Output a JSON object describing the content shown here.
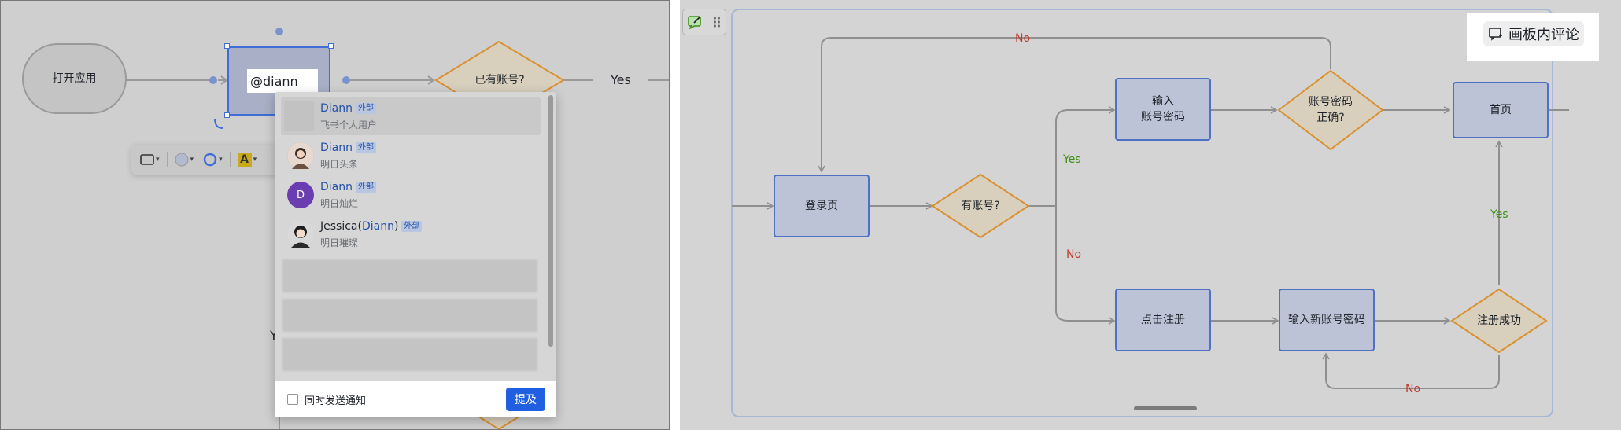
{
  "colors": {
    "accent": "#3f6fd6",
    "diamond_stroke": "#d99132",
    "diamond_fill": "#d8cfbd",
    "box_fill": "#bcc3d6",
    "box_stroke": "#4f71c4",
    "yes_green": "#3f8f1c",
    "no_red": "#c0392b",
    "submit_blue": "#1f5fe0"
  },
  "left": {
    "start_node": "打开应用",
    "editing_text": "@diann",
    "diamond_label": "已有账号?",
    "yes_label": "Yes",
    "partial_label": "Y",
    "toolbar": {
      "shape_icon": "rectangle-icon",
      "fill_icon": "fill-color-icon",
      "stroke_icon": "stroke-color-icon",
      "text_icon": "text-color-icon",
      "text_glyph": "A"
    },
    "mentions": [
      {
        "name": "Diann",
        "badge": "外部",
        "org": "飞书个人用户"
      },
      {
        "name": "Diann",
        "badge": "外部",
        "org": "明日头条"
      },
      {
        "name": "Diann",
        "badge": "外部",
        "org": "明日灿烂",
        "initial": "D"
      },
      {
        "name_prefix": "Jessica(",
        "name_highlight": "Diann",
        "name_suffix": ")",
        "badge": "外部",
        "org": "明日璀璨"
      }
    ],
    "footer": {
      "notify_label": "同时发送通知",
      "submit_label": "提及"
    }
  },
  "right": {
    "comment_button_label": "画板内评论",
    "nodes": {
      "login": "登录页",
      "has_account": "有账号?",
      "input_account_line1": "输入",
      "input_account_line2": "账号密码",
      "check_line1": "账号密码",
      "check_line2": "正确?",
      "home": "首页",
      "click_register": "点击注册",
      "input_new": "输入新账号密码",
      "register_ok": "注册成功"
    },
    "edges": {
      "no_top": "No",
      "yes_upper": "Yes",
      "no_lower": "No",
      "yes_right": "Yes",
      "no_bottom": "No"
    }
  }
}
